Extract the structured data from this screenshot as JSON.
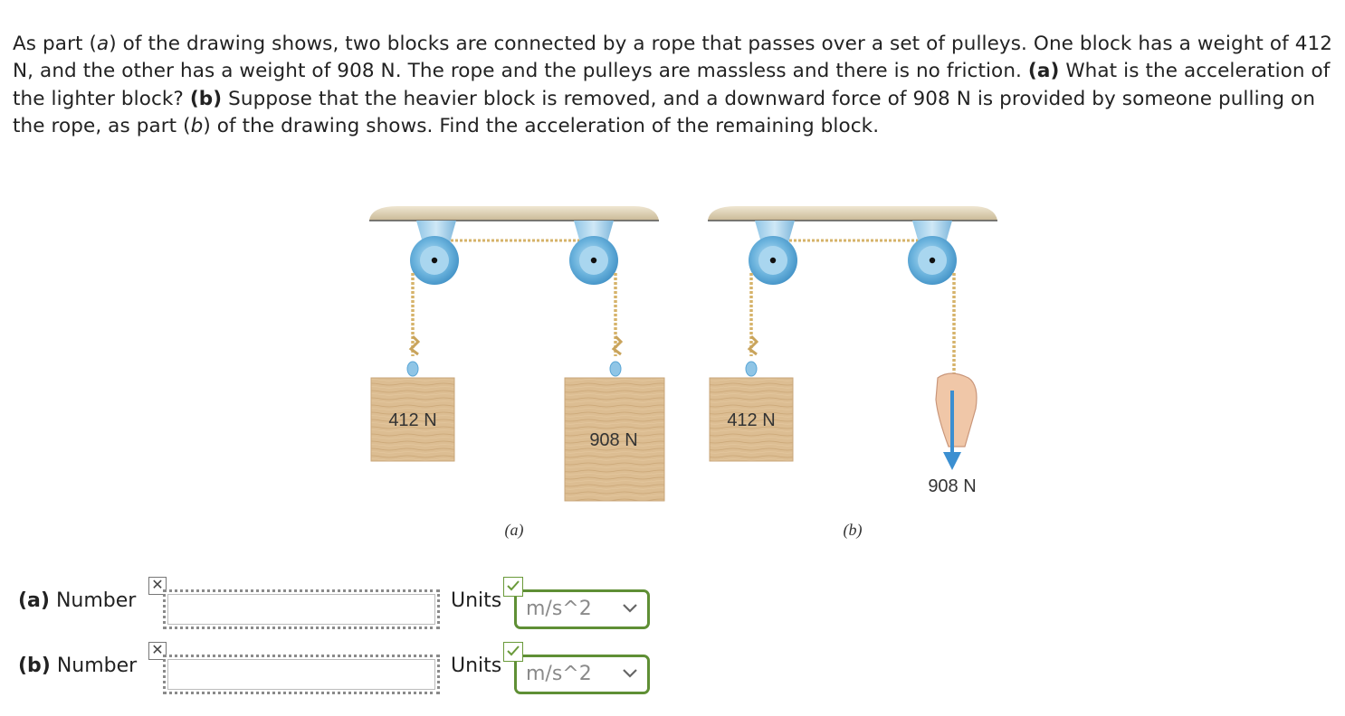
{
  "problem": {
    "text_1": "As part (",
    "part_a_italic": "a",
    "text_2": ") of the drawing shows, two blocks are connected by a rope that passes over a set of pulleys. One block has a weight of 412 N, and the other has a weight of 908 N. The rope and the pulleys are massless and there is no friction. ",
    "label_a": "(a)",
    "text_3": " What is the acceleration of the lighter block? ",
    "label_b": "(b)",
    "text_4": " Suppose that the heavier block is removed, and a downward force of 908 N is provided by someone pulling on the rope, as part (",
    "part_b_italic": "b",
    "text_5": ") of the drawing shows. Find the acceleration of the remaining block."
  },
  "figure": {
    "a": {
      "light_block_label": "412 N",
      "heavy_block_label": "908 N",
      "caption": "(a)"
    },
    "b": {
      "block_label": "412 N",
      "force_label": "908 N",
      "caption": "(b)"
    }
  },
  "answers": [
    {
      "label_part": "(a)",
      "label_text": " Number",
      "value": "",
      "units_label": "Units",
      "units_value": "m/s^2",
      "status_number": "incorrect-x-icon",
      "status_units": "correct-check-icon"
    },
    {
      "label_part": "(b)",
      "label_text": " Number",
      "value": "",
      "units_label": "Units",
      "units_value": "m/s^2",
      "status_number": "incorrect-x-icon",
      "status_units": "correct-check-icon"
    }
  ],
  "colors": {
    "units_border": "#5f8f35",
    "pulley": "#5aa6d6",
    "block": "#d9b98e",
    "rope": "#d6b36a",
    "force_arrow": "#3b8fd1"
  }
}
